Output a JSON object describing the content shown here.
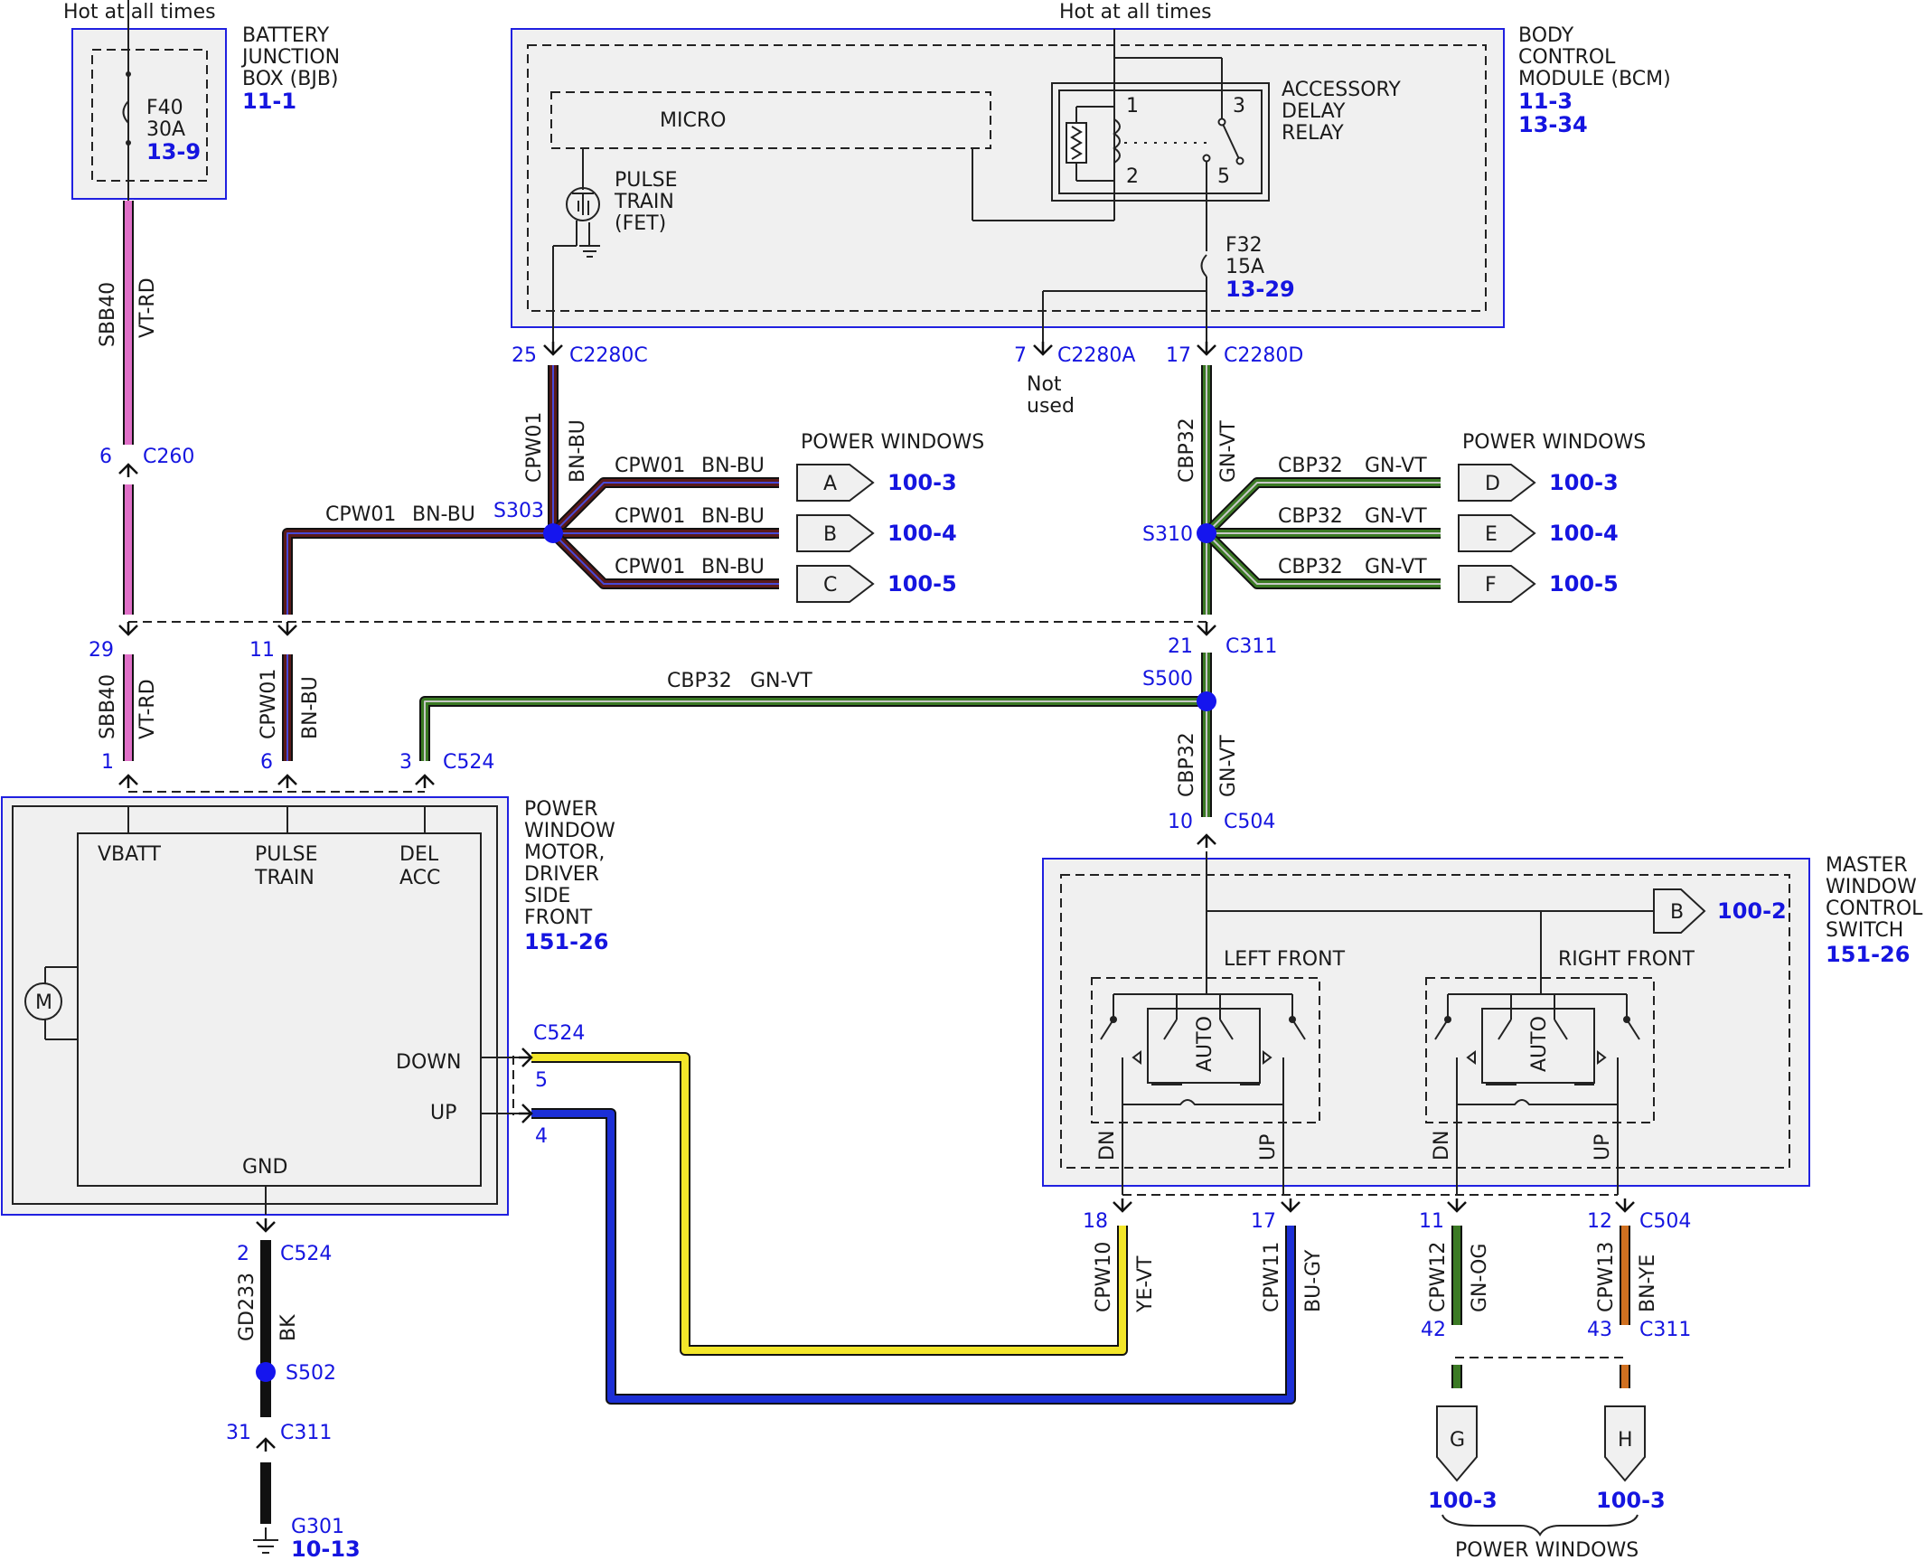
{
  "hot_labels": {
    "bjb": "Hot at all times",
    "bcm": "Hot at all times"
  },
  "modules": {
    "bjb": {
      "name_lines": [
        "BATTERY",
        "JUNCTION",
        "BOX (BJB)"
      ],
      "ref": "11-1",
      "fuse": "F40",
      "rating": "30A",
      "fuse_ref": "13-9"
    },
    "bcm": {
      "name_lines": [
        "BODY",
        "CONTROL",
        "MODULE (BCM)"
      ],
      "refs": [
        "11-3",
        "13-34"
      ],
      "micro": "MICRO",
      "pulse_lines": [
        "PULSE",
        "TRAIN",
        "(FET)"
      ],
      "relay_lines": [
        "ACCESSORY",
        "DELAY",
        "RELAY"
      ],
      "relay_pins": [
        "1",
        "2",
        "3",
        "5"
      ],
      "fuse": "F32",
      "rating": "15A",
      "fuse_ref": "13-29"
    },
    "motor": {
      "name_lines": [
        "POWER",
        "WINDOW",
        "MOTOR,",
        "DRIVER",
        "SIDE",
        "FRONT"
      ],
      "ref": "151-26",
      "pins": [
        "VBATT",
        "PULSE",
        "TRAIN",
        "DEL",
        "ACC",
        "DOWN",
        "UP",
        "GND"
      ],
      "symbol": "M"
    },
    "switch": {
      "name_lines": [
        "MASTER",
        "WINDOW",
        "CONTROL",
        "SWITCH"
      ],
      "ref": "151-26",
      "sections": [
        "LEFT FRONT",
        "RIGHT FRONT"
      ],
      "auto": "AUTO",
      "dn": "DN",
      "up": "UP"
    }
  },
  "connectors": {
    "c2280c": {
      "pin": "25",
      "name": "C2280C"
    },
    "c2280a": {
      "pin": "7",
      "name": "C2280A",
      "note_lines": [
        "Not",
        "used"
      ]
    },
    "c2280d": {
      "pin": "17",
      "name": "C2280D"
    },
    "c260": {
      "pin": "6",
      "name": "C260"
    },
    "c311_top": {
      "pins": [
        "29",
        "11",
        "21"
      ],
      "name": "C311"
    },
    "c524_top": {
      "pins": [
        "1",
        "6",
        "3"
      ],
      "name": "C524"
    },
    "c504_top": {
      "pin": "10",
      "name": "C504"
    },
    "c524_side": {
      "name": "C524",
      "pins": [
        "5",
        "4"
      ]
    },
    "c504_bot": {
      "pins": [
        "18",
        "17",
        "11",
        "12"
      ],
      "name": "C504"
    },
    "c524_gnd": {
      "pin": "2",
      "name": "C524"
    },
    "c311_gnd": {
      "pin": "31",
      "name": "C311"
    },
    "c311_bot": {
      "pins": [
        "42",
        "43"
      ],
      "name": "C311"
    },
    "g301": {
      "name": "G301",
      "ref": "10-13"
    }
  },
  "splices": [
    "S303",
    "S310",
    "S500",
    "S502"
  ],
  "circuits": {
    "sbb40": {
      "id": "SBB40",
      "color": "VT-RD"
    },
    "cpw01": {
      "id": "CPW01",
      "color": "BN-BU"
    },
    "cbp32": {
      "id": "CBP32",
      "color": "GN-VT"
    },
    "gd233": {
      "id": "GD233",
      "color": "BK"
    },
    "cpw10": {
      "id": "CPW10",
      "color": "YE-VT"
    },
    "cpw11": {
      "id": "CPW11",
      "color": "BU-GY"
    },
    "cpw12": {
      "id": "CPW12",
      "color": "GN-OG"
    },
    "cpw13": {
      "id": "CPW13",
      "color": "BN-YE"
    }
  },
  "pw_title": "POWER WINDOWS",
  "pw_refs_left": [
    {
      "letter": "A",
      "ref": "100-3"
    },
    {
      "letter": "B",
      "ref": "100-4"
    },
    {
      "letter": "C",
      "ref": "100-5"
    }
  ],
  "pw_refs_right": [
    {
      "letter": "D",
      "ref": "100-3"
    },
    {
      "letter": "E",
      "ref": "100-4"
    },
    {
      "letter": "F",
      "ref": "100-5"
    }
  ],
  "switch_ref": {
    "letter": "B",
    "ref": "100-2"
  },
  "bottom_refs": [
    {
      "letter": "G",
      "ref": "100-3"
    },
    {
      "letter": "H",
      "ref": "100-3"
    }
  ],
  "wire_colors": {
    "violet": "#e070c8",
    "brown": "#5a1a1a",
    "blue_stripe": "#4848d8",
    "green": "#3b7a24",
    "green_stripe": "#c8c8c8",
    "yellow": "#f3e62a",
    "blue": "#1c2fd6",
    "black": "#111111",
    "orange": "#d07020",
    "splice": "#1515ee"
  }
}
